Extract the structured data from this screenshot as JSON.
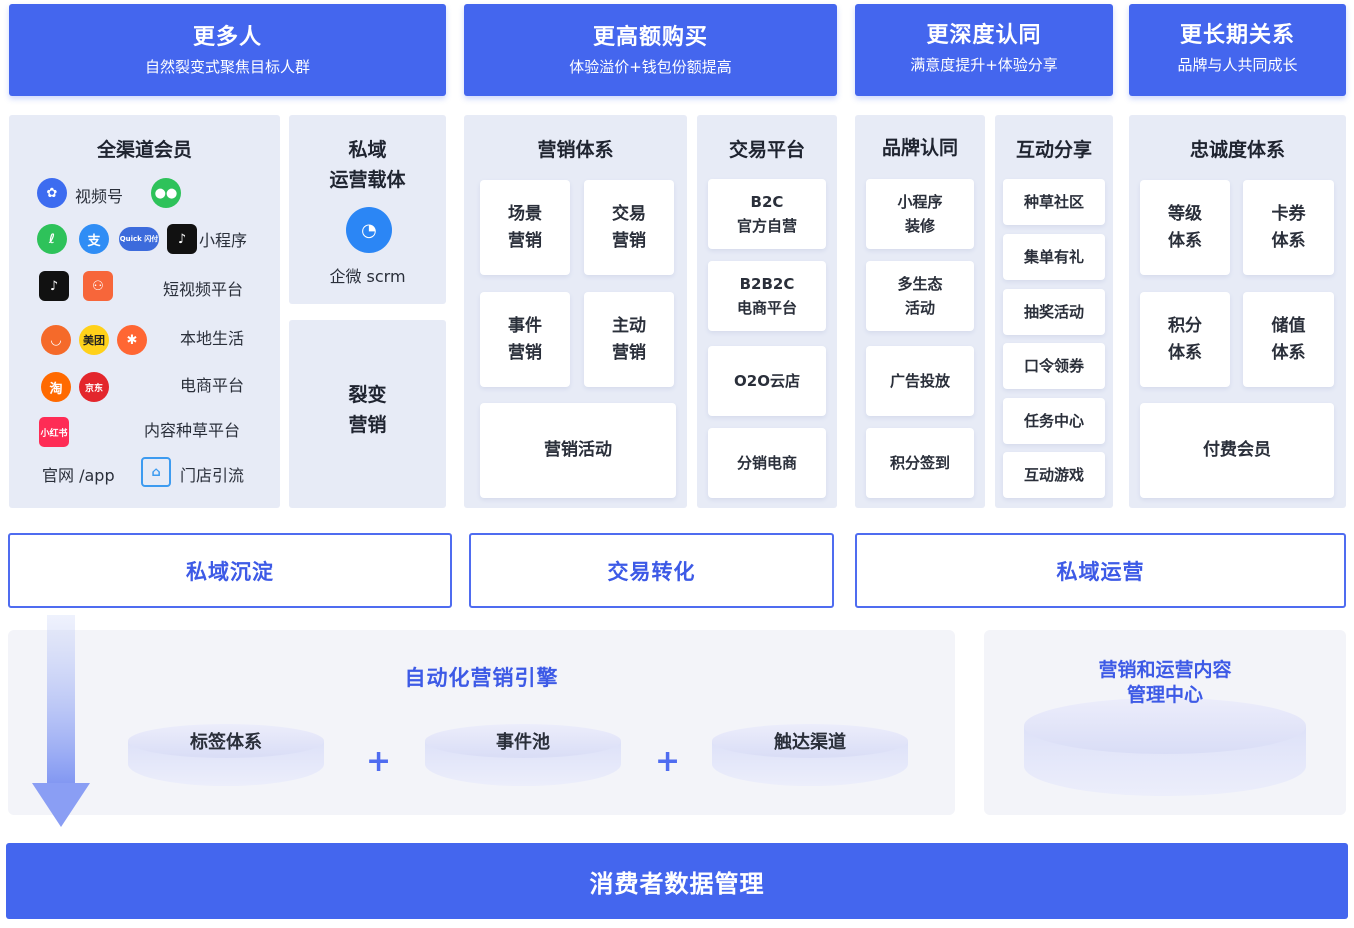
{
  "headers": [
    {
      "title": "更多人",
      "subtitle": "自然裂变式聚焦目标人群"
    },
    {
      "title": "更高额购买",
      "subtitle": "体验溢价+钱包份额提高"
    },
    {
      "title": "更深度认同",
      "subtitle": "满意度提升+体验分享"
    },
    {
      "title": "更长期关系",
      "subtitle": "品牌与人共同成长"
    }
  ],
  "members": {
    "title": "全渠道会员",
    "channels": {
      "shipinhao": "视频号",
      "miniprogram": "小程序",
      "short_video": "短视频平台",
      "local_life": "本地生活",
      "ecommerce": "电商平台",
      "content": "内容种草平台",
      "website": "官网 /app",
      "store": "门店引流"
    },
    "icon_text": {
      "quickpass": "Quick 闪付",
      "meituan": "美团",
      "taobao": "淘",
      "jd": "京东",
      "xiaohongshu": "小红书"
    }
  },
  "private": {
    "title": "私域\n运营载体",
    "tool": "企微 scrm"
  },
  "fission": {
    "title": "裂变\n营销"
  },
  "marketing": {
    "title": "营销体系",
    "cards": [
      "场景\n营销",
      "交易\n营销",
      "事件\n营销",
      "主动\n营销"
    ],
    "activity": "营销活动"
  },
  "trade": {
    "title": "交易平台",
    "cards": [
      "B2C\n官方自营",
      "B2B2C\n电商平台",
      "O2O云店",
      "分销电商"
    ]
  },
  "brand": {
    "title": "品牌认同",
    "cards": [
      "小程序\n装修",
      "多生态\n活动",
      "广告投放",
      "积分签到"
    ]
  },
  "interact": {
    "title": "互动分享",
    "cards": [
      "种草社区",
      "集单有礼",
      "抽奖活动",
      "口令领券",
      "任务中心",
      "互动游戏"
    ]
  },
  "loyalty": {
    "title": "忠诚度体系",
    "cards": [
      "等级\n体系",
      "卡券\n体系",
      "积分\n体系",
      "储值\n体系"
    ],
    "paid": "付费会员"
  },
  "stages": [
    "私域沉淀",
    "交易转化",
    "私域运营"
  ],
  "engine": {
    "title": "自动化营销引擎",
    "items": [
      "标签体系",
      "事件池",
      "触达渠道"
    ],
    "plus": "+"
  },
  "content_center": {
    "title": "营销和运营内容\n管理中心"
  },
  "bottom": "消费者数据管理",
  "colors": {
    "primary": "#4466ee",
    "panel": "#e7ebf6",
    "accent_text": "#3d5ae6"
  }
}
